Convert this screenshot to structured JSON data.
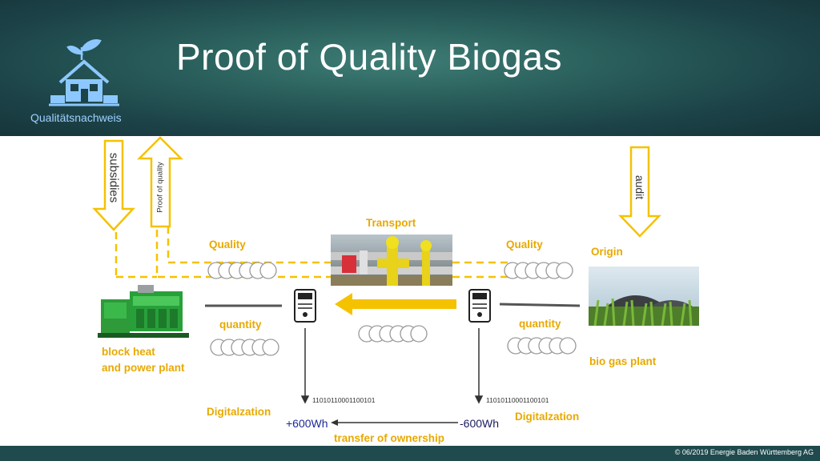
{
  "slide": {
    "title": "Proof of Quality Biogas",
    "logo_caption": "Qualitätsnachweis",
    "footer": "© 06/2019 Energie Baden Württemberg AG"
  },
  "diagram": {
    "subsidies": "subsidies",
    "proof_of_quality": "Proof of quality",
    "audit": "audit",
    "transport": "Transport",
    "quality_left": "Quality",
    "quality_right": "Quality",
    "origin": "Origin",
    "quantity_left": "quantity",
    "quantity_right": "quantity",
    "block_heat_line1": "block heat",
    "block_heat_line2": "and power plant",
    "bio_gas_plant": "bio gas plant",
    "binary_left": "11010110001100101",
    "binary_right": "11010110001100101",
    "digitalization_left": "Digitalzation",
    "digitalization_right": "Digitalzation",
    "plus_wh": "+600Wh",
    "minus_wh": "-600Wh",
    "transfer": "transfer of ownership"
  },
  "colors": {
    "accent": "#e8a900",
    "arrow_yellow": "#f5c200",
    "header_dark": "#1c4348",
    "logo_blue": "#7fbfff",
    "wh_blue": "#1a2a9a",
    "wh_dark": "#1a1a60"
  }
}
